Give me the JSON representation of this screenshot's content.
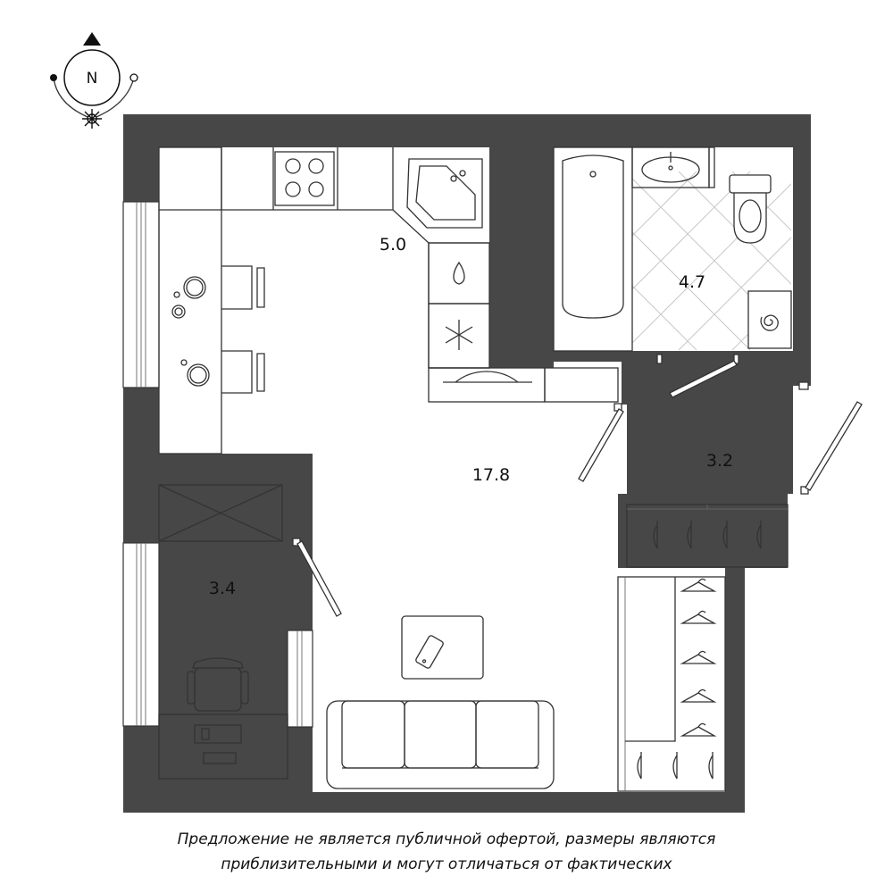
{
  "compass": {
    "letter": "N"
  },
  "rooms": [
    {
      "id": "kitchen",
      "area": "5.0"
    },
    {
      "id": "living",
      "area": "17.8"
    },
    {
      "id": "bathroom",
      "area": "4.7"
    },
    {
      "id": "hall",
      "area": "3.2"
    },
    {
      "id": "loggia",
      "area": "3.4"
    }
  ],
  "disclaimer": {
    "line1": "Предложение не является публичной офертой, размеры являются",
    "line2": "приблизительными и могут отличаться от фактических"
  },
  "colors": {
    "wall": "#474747",
    "line": "#333333",
    "tile": "#c8c8c8"
  }
}
